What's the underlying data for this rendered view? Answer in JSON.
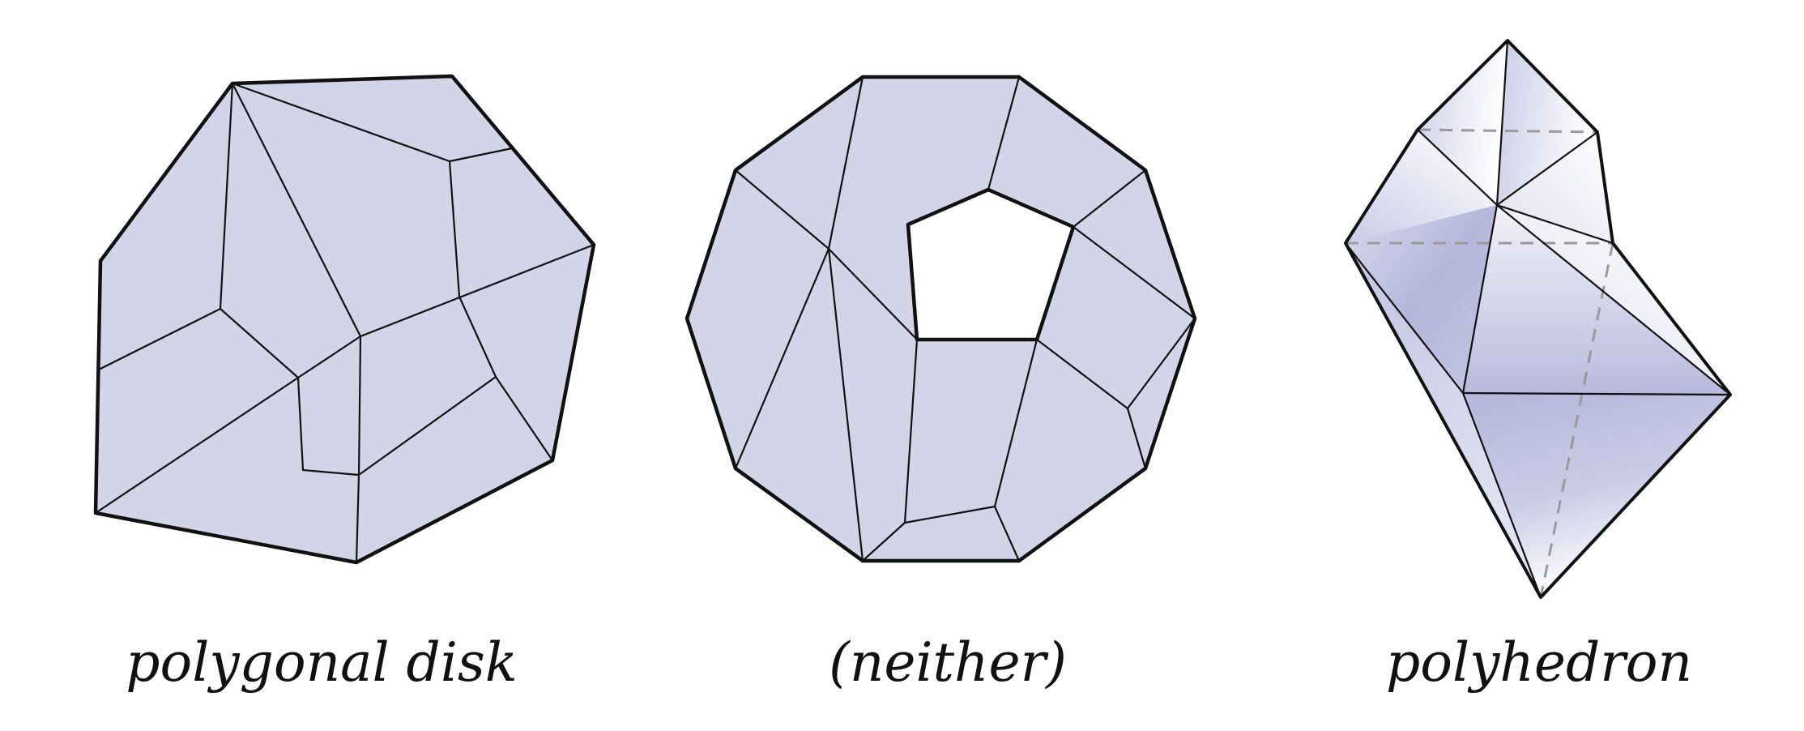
{
  "colors": {
    "face_fill": "#d3d4e8",
    "shade_dark": "#b7b9dc",
    "shade_light": "#ffffff",
    "edge": "#111111",
    "hidden_edge": "#9a9a9a",
    "background": "#ffffff"
  },
  "panels": [
    {
      "id": "disk",
      "caption": "polygonal disk"
    },
    {
      "id": "neither",
      "caption": "(neither)"
    },
    {
      "id": "polyhedron",
      "caption": "polyhedron"
    }
  ]
}
